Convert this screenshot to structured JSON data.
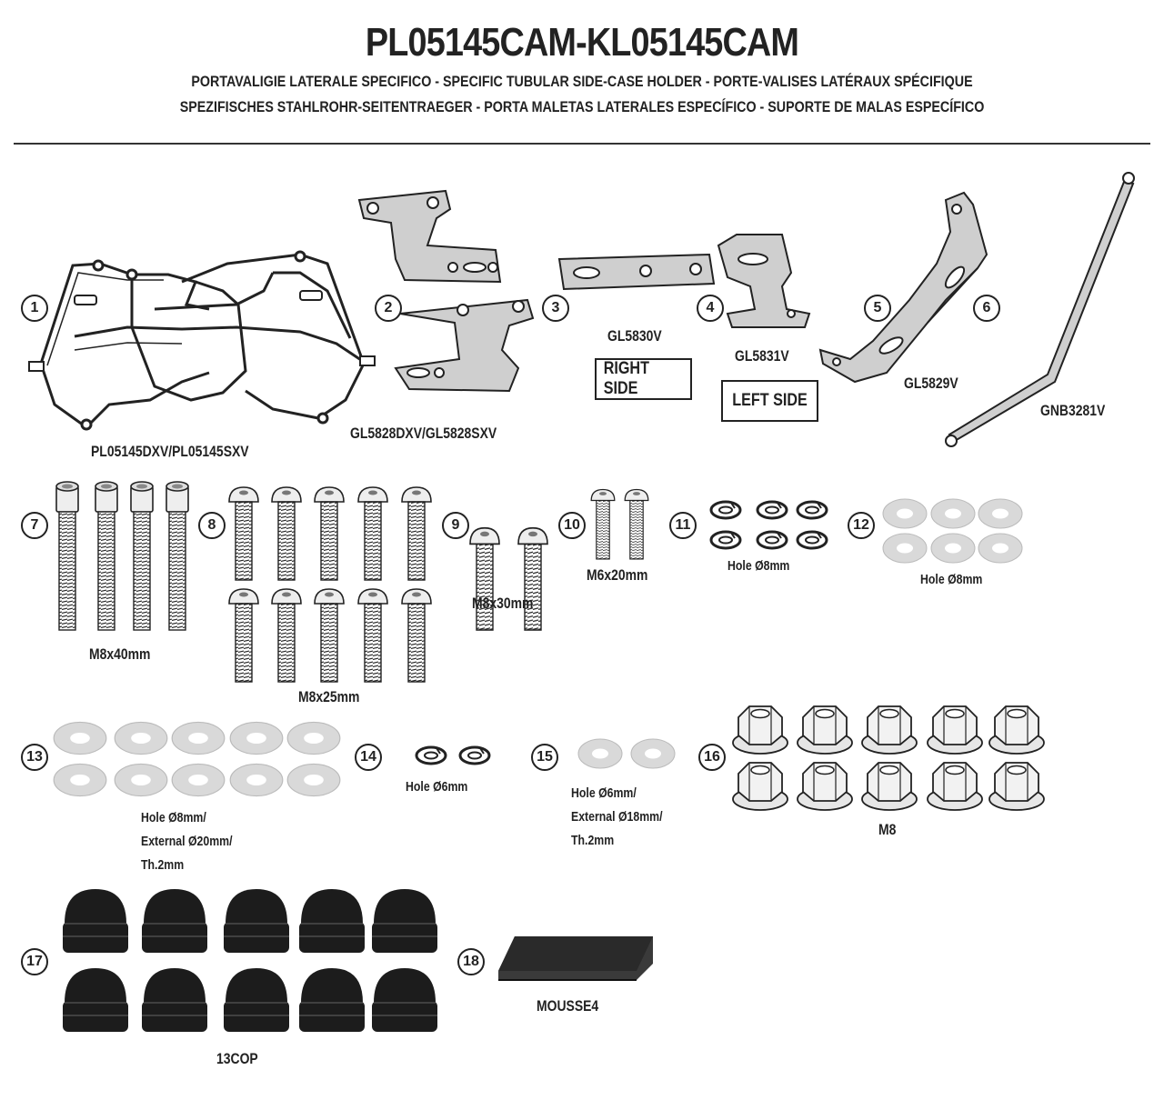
{
  "header": {
    "title": "PL05145CAM-KL05145CAM",
    "subtitle_line1": "PORTAVALIGIE LATERALE SPECIFICO  -  SPECIFIC TUBULAR SIDE-CASE HOLDER  - PORTE-VALISES LATÉRAUX SPÉCIFIQUE",
    "subtitle_line2": "SPEZIFISCHES STAHLROHR-SEITENTRAEGER - PORTA MALETAS LATERALES ESPECÍFICO - SUPORTE DE MALAS ESPECÍFICO"
  },
  "parts": [
    {
      "number": "1",
      "label": "PL05145DXV/PL05145SXV"
    },
    {
      "number": "2",
      "label": "GL5828DXV/GL5828SXV"
    },
    {
      "number": "3",
      "label": "GL5830V",
      "side": "RIGHT SIDE"
    },
    {
      "number": "4",
      "label": "GL5831V",
      "side": "LEFT SIDE"
    },
    {
      "number": "5",
      "label": "GL5829V"
    },
    {
      "number": "6",
      "label": "GNB3281V"
    },
    {
      "number": "7",
      "label": "M8x40mm"
    },
    {
      "number": "8",
      "label": "M8x25mm"
    },
    {
      "number": "9",
      "label": "M8x30mm"
    },
    {
      "number": "10",
      "label": "M6x20mm"
    },
    {
      "number": "11",
      "label": "Hole Ø8mm"
    },
    {
      "number": "12",
      "label": "Hole Ø8mm"
    },
    {
      "number": "13",
      "label_lines": [
        "Hole Ø8mm/",
        "External Ø20mm/",
        "Th.2mm"
      ]
    },
    {
      "number": "14",
      "label": "Hole Ø6mm"
    },
    {
      "number": "15",
      "label_lines": [
        "Hole Ø6mm/",
        "External Ø18mm/",
        "Th.2mm"
      ]
    },
    {
      "number": "16",
      "label": "M8"
    },
    {
      "number": "17",
      "label": "13COP"
    },
    {
      "number": "18",
      "label": "MOUSSE4"
    }
  ],
  "colors": {
    "line": "#222222",
    "metal": "#c8c8c8",
    "washer": "#d9d9d9",
    "cap": "#1a1a1a",
    "foam": "#3a3a3a"
  }
}
